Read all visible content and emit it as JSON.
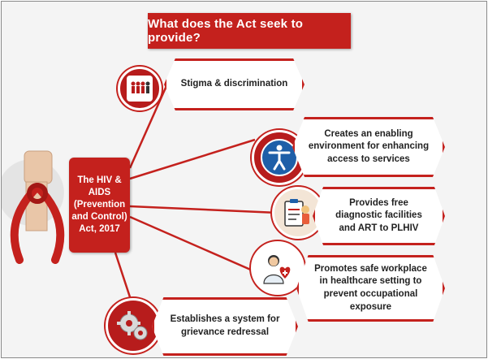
{
  "title": "What does the Act seek to provide?",
  "center": {
    "label": "The HIV & AIDS (Prevention and Control) Act, 2017"
  },
  "items": [
    {
      "text": "Stigma & discrimination",
      "icon": "people-group-icon"
    },
    {
      "text": "Creates an enabling environment for enhancing access to services",
      "icon": "accessibility-person-icon"
    },
    {
      "text": "Provides free diagnostic facilities and ART to PLHIV",
      "icon": "diagnostic-clipboard-icon"
    },
    {
      "text": "Promotes safe workplace in healthcare setting to prevent occupational exposure",
      "icon": "doctor-heart-icon"
    },
    {
      "text": "Establishes a system for grievance redressal",
      "icon": "gears-icon"
    }
  ],
  "colors": {
    "accent": "#c4211d",
    "background": "#f4f4f4",
    "text": "#222222"
  }
}
